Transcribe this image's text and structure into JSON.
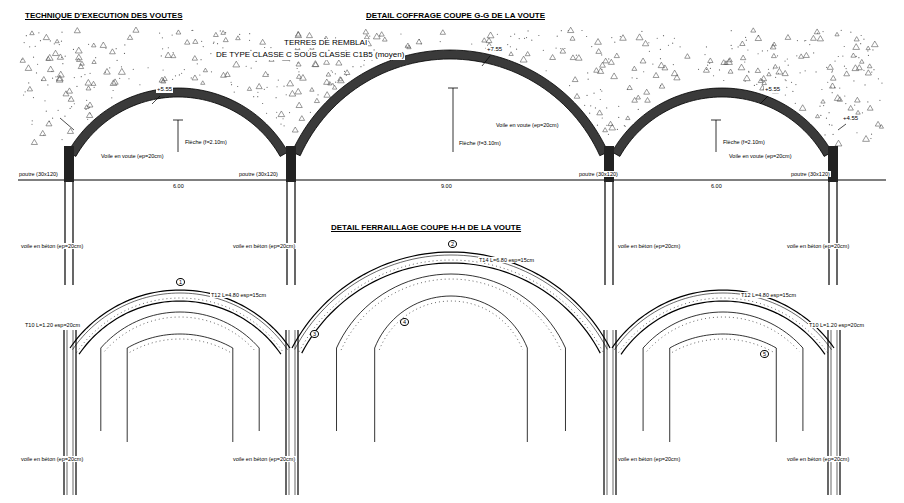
{
  "diagram": {
    "title": "TECHNIQUE D'EXECUTION DES VOUTES",
    "labels": [
      "DETAIL COFFRAGE COUPE G-G DE LA VOUTE",
      "TERRES DE REMBLAI",
      "DE TYPE CLASSE C SOUS CLASSE C1B5 (moyen)",
      "+7.55",
      "+5.55",
      "+5.55",
      "+4.55",
      "Flèche (f=2.10m)",
      "Flèche (f=3.10m)",
      "Flèche (f=2.10m)",
      "Voile en voute (ep=20cm)",
      "Voile en voute (ep=20cm)",
      "Voile en voute (ep=20cm)",
      "poutre (30x120)",
      "poutre (30x120)",
      "poutre (30x120)",
      "poutre (30x120)",
      "6.00",
      "9.00",
      "6.00",
      "DETAIL FERRAILLAGE COUPE H-H DE LA VOUTE",
      "voile en béton (ep=20cm)",
      "voile en béton (ep=20cm)",
      "voile en béton (ep=20cm)",
      "voile en béton (ep=20cm)",
      "voile en béton (ep=20cm)",
      "voile en béton (ep=20cm)",
      "voile en béton (ep=20cm)",
      "voile en béton (ep=20cm)",
      "T14 L=6.80 esp=15cm",
      "T12 L=4.80 esp=15cm",
      "T12 L=4.80 esp=15cm",
      "T10 L=1.20 esp=20cm",
      "T10 L=1.20 esp=20cm",
      "1",
      "2",
      "3",
      "4",
      "5"
    ]
  }
}
